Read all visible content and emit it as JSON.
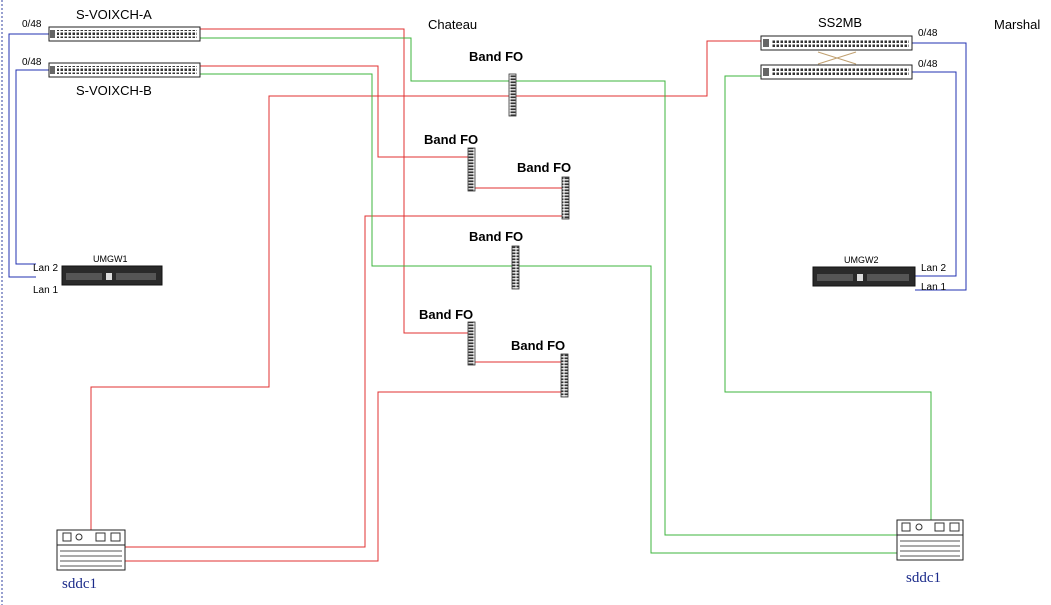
{
  "sites": {
    "left": "Chateau",
    "right": "Marshal"
  },
  "switches": {
    "voixch_a": "S-VOIXCH-A",
    "voixch_b": "S-VOIXCH-B",
    "ss2mb": "SS2MB"
  },
  "ports": {
    "voixch_a": "0/48",
    "voixch_b": "0/48",
    "ss2mb_1": "0/48",
    "ss2mb_2": "0/48"
  },
  "gateways": {
    "umgw1": {
      "name": "UMGW1",
      "lan2": "Lan 2",
      "lan1": "Lan 1"
    },
    "umgw2": {
      "name": "UMGW2",
      "lan2": "Lan 2",
      "lan1": "Lan 1"
    }
  },
  "fiber_panels": [
    "Band FO",
    "Band FO",
    "Band FO",
    "Band FO",
    "Band FO",
    "Band FO"
  ],
  "servers": {
    "left": "sddc1",
    "right": "sddc1"
  },
  "colors": {
    "red": "#e03030",
    "green": "#3cb43c",
    "blue": "#2030b0",
    "device": "#222222"
  }
}
